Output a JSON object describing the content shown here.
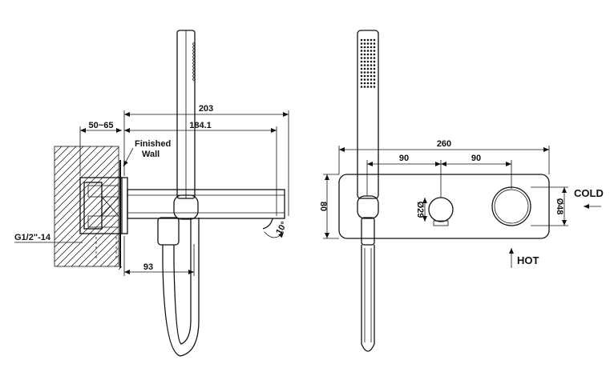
{
  "side_view": {
    "dim_overall": "203",
    "dim_spout": "184.1",
    "dim_wall_depth": "50~65",
    "dim_hose_offset": "93",
    "label_finished": "Finished",
    "label_wall": "Wall",
    "label_thread": "G1/2\"-14",
    "label_angle": "10°"
  },
  "front_view": {
    "dim_width": "260",
    "dim_left_spacing": "90",
    "dim_right_spacing": "90",
    "dim_height": "80",
    "dim_small_knob": "Ø29",
    "dim_large_knob": "Ø48",
    "label_cold": "COLD",
    "label_hot": "HOT"
  }
}
